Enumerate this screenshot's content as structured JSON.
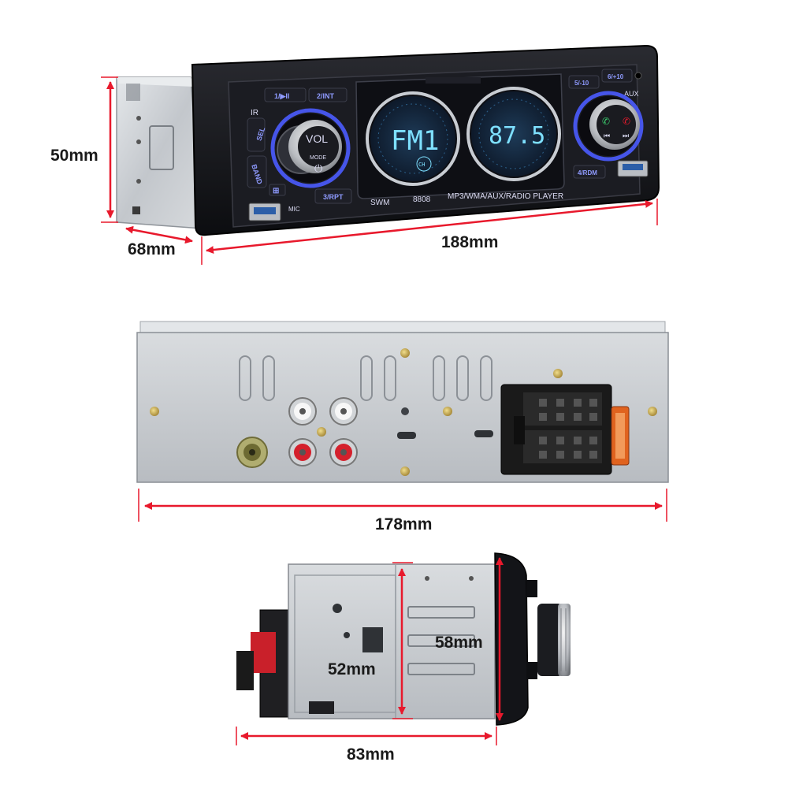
{
  "colors": {
    "dimension_arrow": "#e8192c",
    "dimension_text": "#1a1a1a",
    "faceplate": "#16171c",
    "chassis_metal": "#c9cdd2",
    "button_accent": "#8f9bff",
    "knob_ring_glow": "#4b5cff",
    "lcd_glow": "#7ee0ff"
  },
  "front_view": {
    "dimensions": {
      "height": "50mm",
      "depth": "68mm",
      "width": "188mm"
    },
    "faceplate": {
      "brand": "SWM",
      "model": "8808",
      "subtitle": "MP3/WMA/AUX/RADIO PLAYER",
      "left_buttons": [
        {
          "label": "1/▶II",
          "icon": "play-pause-icon"
        },
        {
          "label": "2/INT"
        },
        {
          "label": "SEL"
        },
        {
          "label": "BAND"
        },
        {
          "label": "3/RPT"
        }
      ],
      "right_buttons": [
        {
          "label": "5/-10"
        },
        {
          "label": "6/+10"
        },
        {
          "label": "4/RDM"
        }
      ],
      "ir_label": "IR",
      "mic_label": "MIC",
      "aux_label": "AUX",
      "left_knob": {
        "label": "VOL",
        "sublabel": "MODE",
        "icon": "power-icon"
      },
      "right_knob": {
        "icons": [
          "call-answer-icon",
          "call-hangup-icon",
          "prev-track-icon",
          "next-track-icon"
        ]
      },
      "left_display": {
        "text": "FM1",
        "badge": "CH"
      },
      "right_display": {
        "text": "87.5"
      }
    }
  },
  "rear_view": {
    "dimensions": {
      "width": "178mm"
    },
    "connectors": [
      "rca-white-left",
      "rca-white-right",
      "rca-red-left",
      "rca-red-right",
      "antenna-socket",
      "iso-harness-connector",
      "fuse"
    ]
  },
  "side_view": {
    "dimensions": {
      "inner_height": "52mm",
      "outer_height": "58mm",
      "depth": "83mm"
    }
  }
}
